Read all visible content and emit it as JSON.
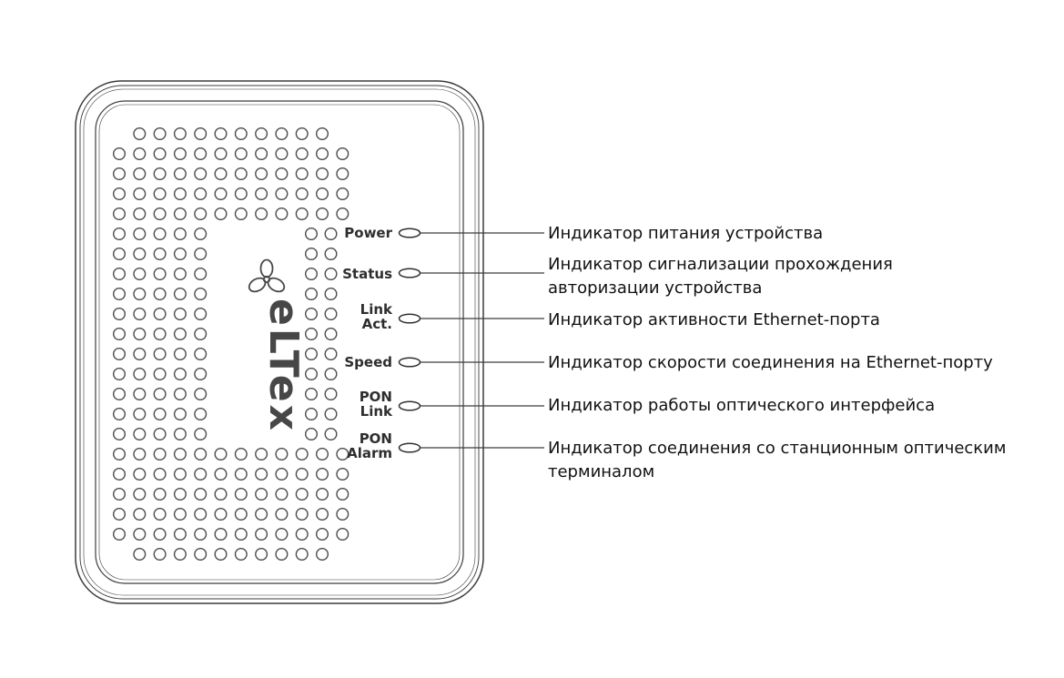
{
  "device": {
    "brand": "eLTex",
    "leds": [
      {
        "id": "power",
        "label_lines": [
          "Power"
        ],
        "description_lines": [
          "Индикатор питания устройства"
        ]
      },
      {
        "id": "status",
        "label_lines": [
          "Status"
        ],
        "description_lines": [
          "Индикатор сигнализации прохождения",
          "авторизации устройства"
        ]
      },
      {
        "id": "link-act",
        "label_lines": [
          "Link",
          "Act."
        ],
        "description_lines": [
          "Индикатор активности Ethernet-порта"
        ]
      },
      {
        "id": "speed",
        "label_lines": [
          "Speed"
        ],
        "description_lines": [
          "Индикатор скорости соединения на Ethernet-порту"
        ]
      },
      {
        "id": "pon-link",
        "label_lines": [
          "PON",
          "Link"
        ],
        "description_lines": [
          "Индикатор работы оптического интерфейса"
        ]
      },
      {
        "id": "pon-alarm",
        "label_lines": [
          "PON",
          "Alarm"
        ],
        "description_lines": [
          "Индикатор соединения со станционным оптическим",
          "терминалом"
        ]
      }
    ]
  },
  "colors": {
    "line": "#3c3c3c",
    "text": "#111111",
    "background": "#ffffff"
  }
}
